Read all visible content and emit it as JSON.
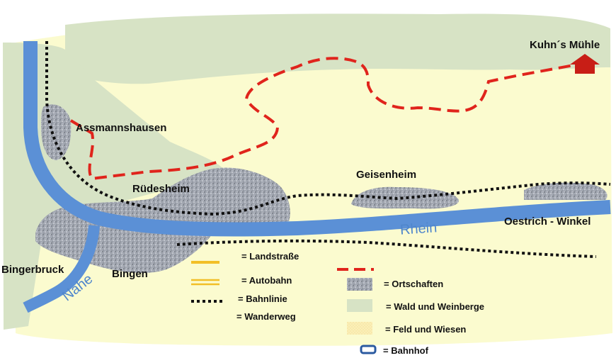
{
  "places": {
    "kuhns_muehle": "Kuhn´s Mühle",
    "assmannshausen": "Assmannshausen",
    "ruedesheim": "Rüdesheim",
    "geisenheim": "Geisenheim",
    "oestrich_winkel": "Oestrich - Winkel",
    "bingerbruck": "Bingerbruck",
    "bingen": "Bingen"
  },
  "rivers": {
    "rhein": "Rhein",
    "nahe": "Nahe"
  },
  "legend": {
    "landstrasse": "= Landstraße",
    "autobahn": "= Autobahn",
    "bahnlinie": "= Bahnlinie",
    "wanderweg": "= Wanderweg",
    "ortschaften": "= Ortschaften",
    "wald": "= Wald und Weinberge",
    "feld": "= Feld und Wiesen",
    "bahnhof": "= Bahnhof"
  },
  "colors": {
    "field": "#fbfbcf",
    "forest": "#d7e3c5",
    "river": "#5b90d6",
    "river_label": "#4f86cc",
    "hiking_trail": "#e0241c",
    "railway": "#111111",
    "road": "#f2bf27",
    "mill_icon": "#c81e16",
    "town": "#a9adb6"
  }
}
